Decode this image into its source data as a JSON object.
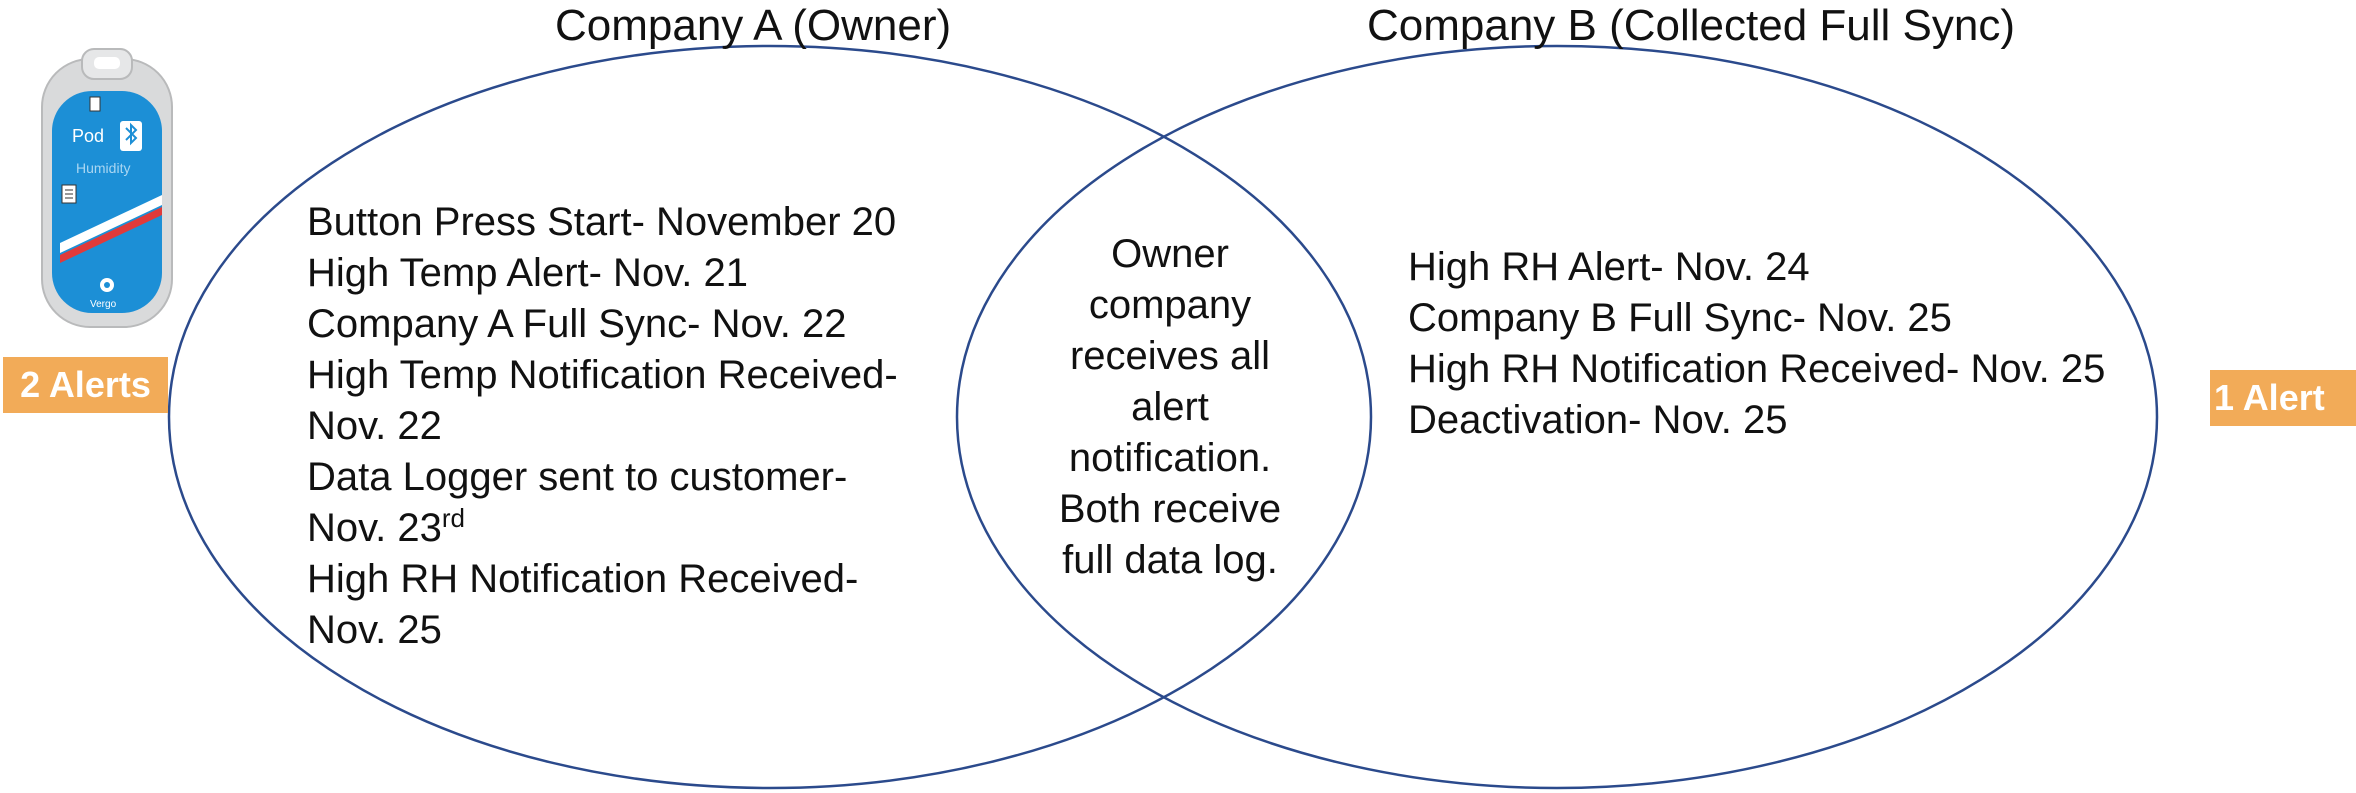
{
  "titles": {
    "company_a": "Company A (Owner)",
    "company_b": "Company B (Collected Full Sync)"
  },
  "left_items": [
    "Button Press Start- November 20",
    "High Temp Alert- Nov. 21",
    "Company A Full Sync- Nov. 22",
    "High Temp Notification Received-",
    "Nov. 22",
    "Data Logger sent to customer-",
    "Nov. 23",
    "High RH Notification Received-",
    "Nov. 25"
  ],
  "left_superscript": "rd",
  "center_lines": [
    "Owner",
    "company",
    "receives all",
    "alert",
    "notification.",
    "Both receive",
    "full data log."
  ],
  "right_items": [
    "High RH Alert- Nov. 24",
    "Company B Full Sync- Nov. 25",
    "High RH Notification Received- Nov. 25",
    "Deactivation- Nov. 25"
  ],
  "badges": {
    "left": "2 Alerts",
    "right": "1 Alert"
  },
  "device": {
    "label_pod": "Pod",
    "label_humidity": "Humidity",
    "label_brand": "Vergo",
    "icon": "bluetooth-icon"
  },
  "colors": {
    "ellipse_stroke": "#2b4a8c",
    "badge": "#f2ab58",
    "device_blue": "#1c8fd6"
  }
}
